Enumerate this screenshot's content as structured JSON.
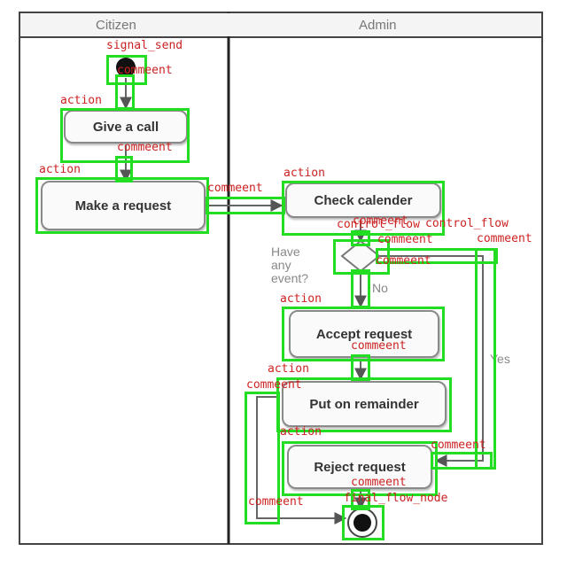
{
  "lanes": {
    "left_title": "Citizen",
    "right_title": "Admin"
  },
  "nodes": {
    "give_call": "Give a call",
    "make_request": "Make a request",
    "check_calendar": "Check calender",
    "accept_request": "Accept request",
    "put_reminder": "Put on remainder",
    "reject_request": "Reject request"
  },
  "decision": {
    "question": [
      "Have",
      "any",
      "event?"
    ],
    "no_label": "No",
    "yes_label": "Yes"
  },
  "annotation_labels": {
    "signal_send": "signal_send",
    "action": "action",
    "comment": "commeent",
    "control_flow": "control_flow",
    "final_flow_node": "final_flow_node"
  },
  "colors": {
    "annotation_box": "#22dd22",
    "annotation_text": "#cc2222",
    "diagram_line": "#6a6a6a"
  }
}
